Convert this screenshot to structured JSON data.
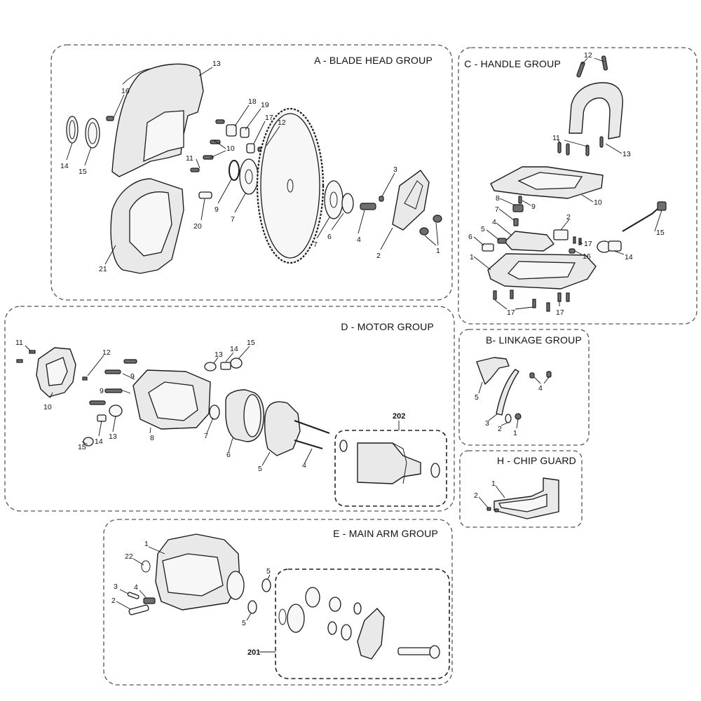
{
  "groups": {
    "A": {
      "title": "A - BLADE HEAD GROUP"
    },
    "B": {
      "title": "B- LINKAGE GROUP"
    },
    "C": {
      "title": "C - HANDLE GROUP"
    },
    "D": {
      "title": "D - MOTOR GROUP"
    },
    "E": {
      "title": "E - MAIN ARM GROUP"
    },
    "H": {
      "title": "H - CHIP GUARD"
    }
  },
  "subassemblies": {
    "armature": "202",
    "gearbox": "201"
  },
  "callouts": {
    "A": [
      "13",
      "16",
      "18",
      "19",
      "17",
      "12",
      "10",
      "11",
      "14",
      "15",
      "9",
      "20",
      "7",
      "6",
      "4",
      "3",
      "2",
      "1",
      "21",
      "7"
    ],
    "B": [
      "5",
      "4",
      "3",
      "2",
      "1"
    ],
    "C": [
      "12",
      "11",
      "13",
      "8",
      "9",
      "10",
      "7",
      "4",
      "5",
      "6",
      "2",
      "17",
      "16",
      "14",
      "15",
      "1",
      "17",
      "17"
    ],
    "D": [
      "11",
      "10",
      "12",
      "9",
      "9",
      "15",
      "14",
      "13",
      "8",
      "13",
      "14",
      "15",
      "7",
      "6",
      "5",
      "4"
    ],
    "E": [
      "1",
      "22",
      "3",
      "4",
      "2",
      "5",
      "5"
    ],
    "H": [
      "1",
      "2"
    ]
  }
}
